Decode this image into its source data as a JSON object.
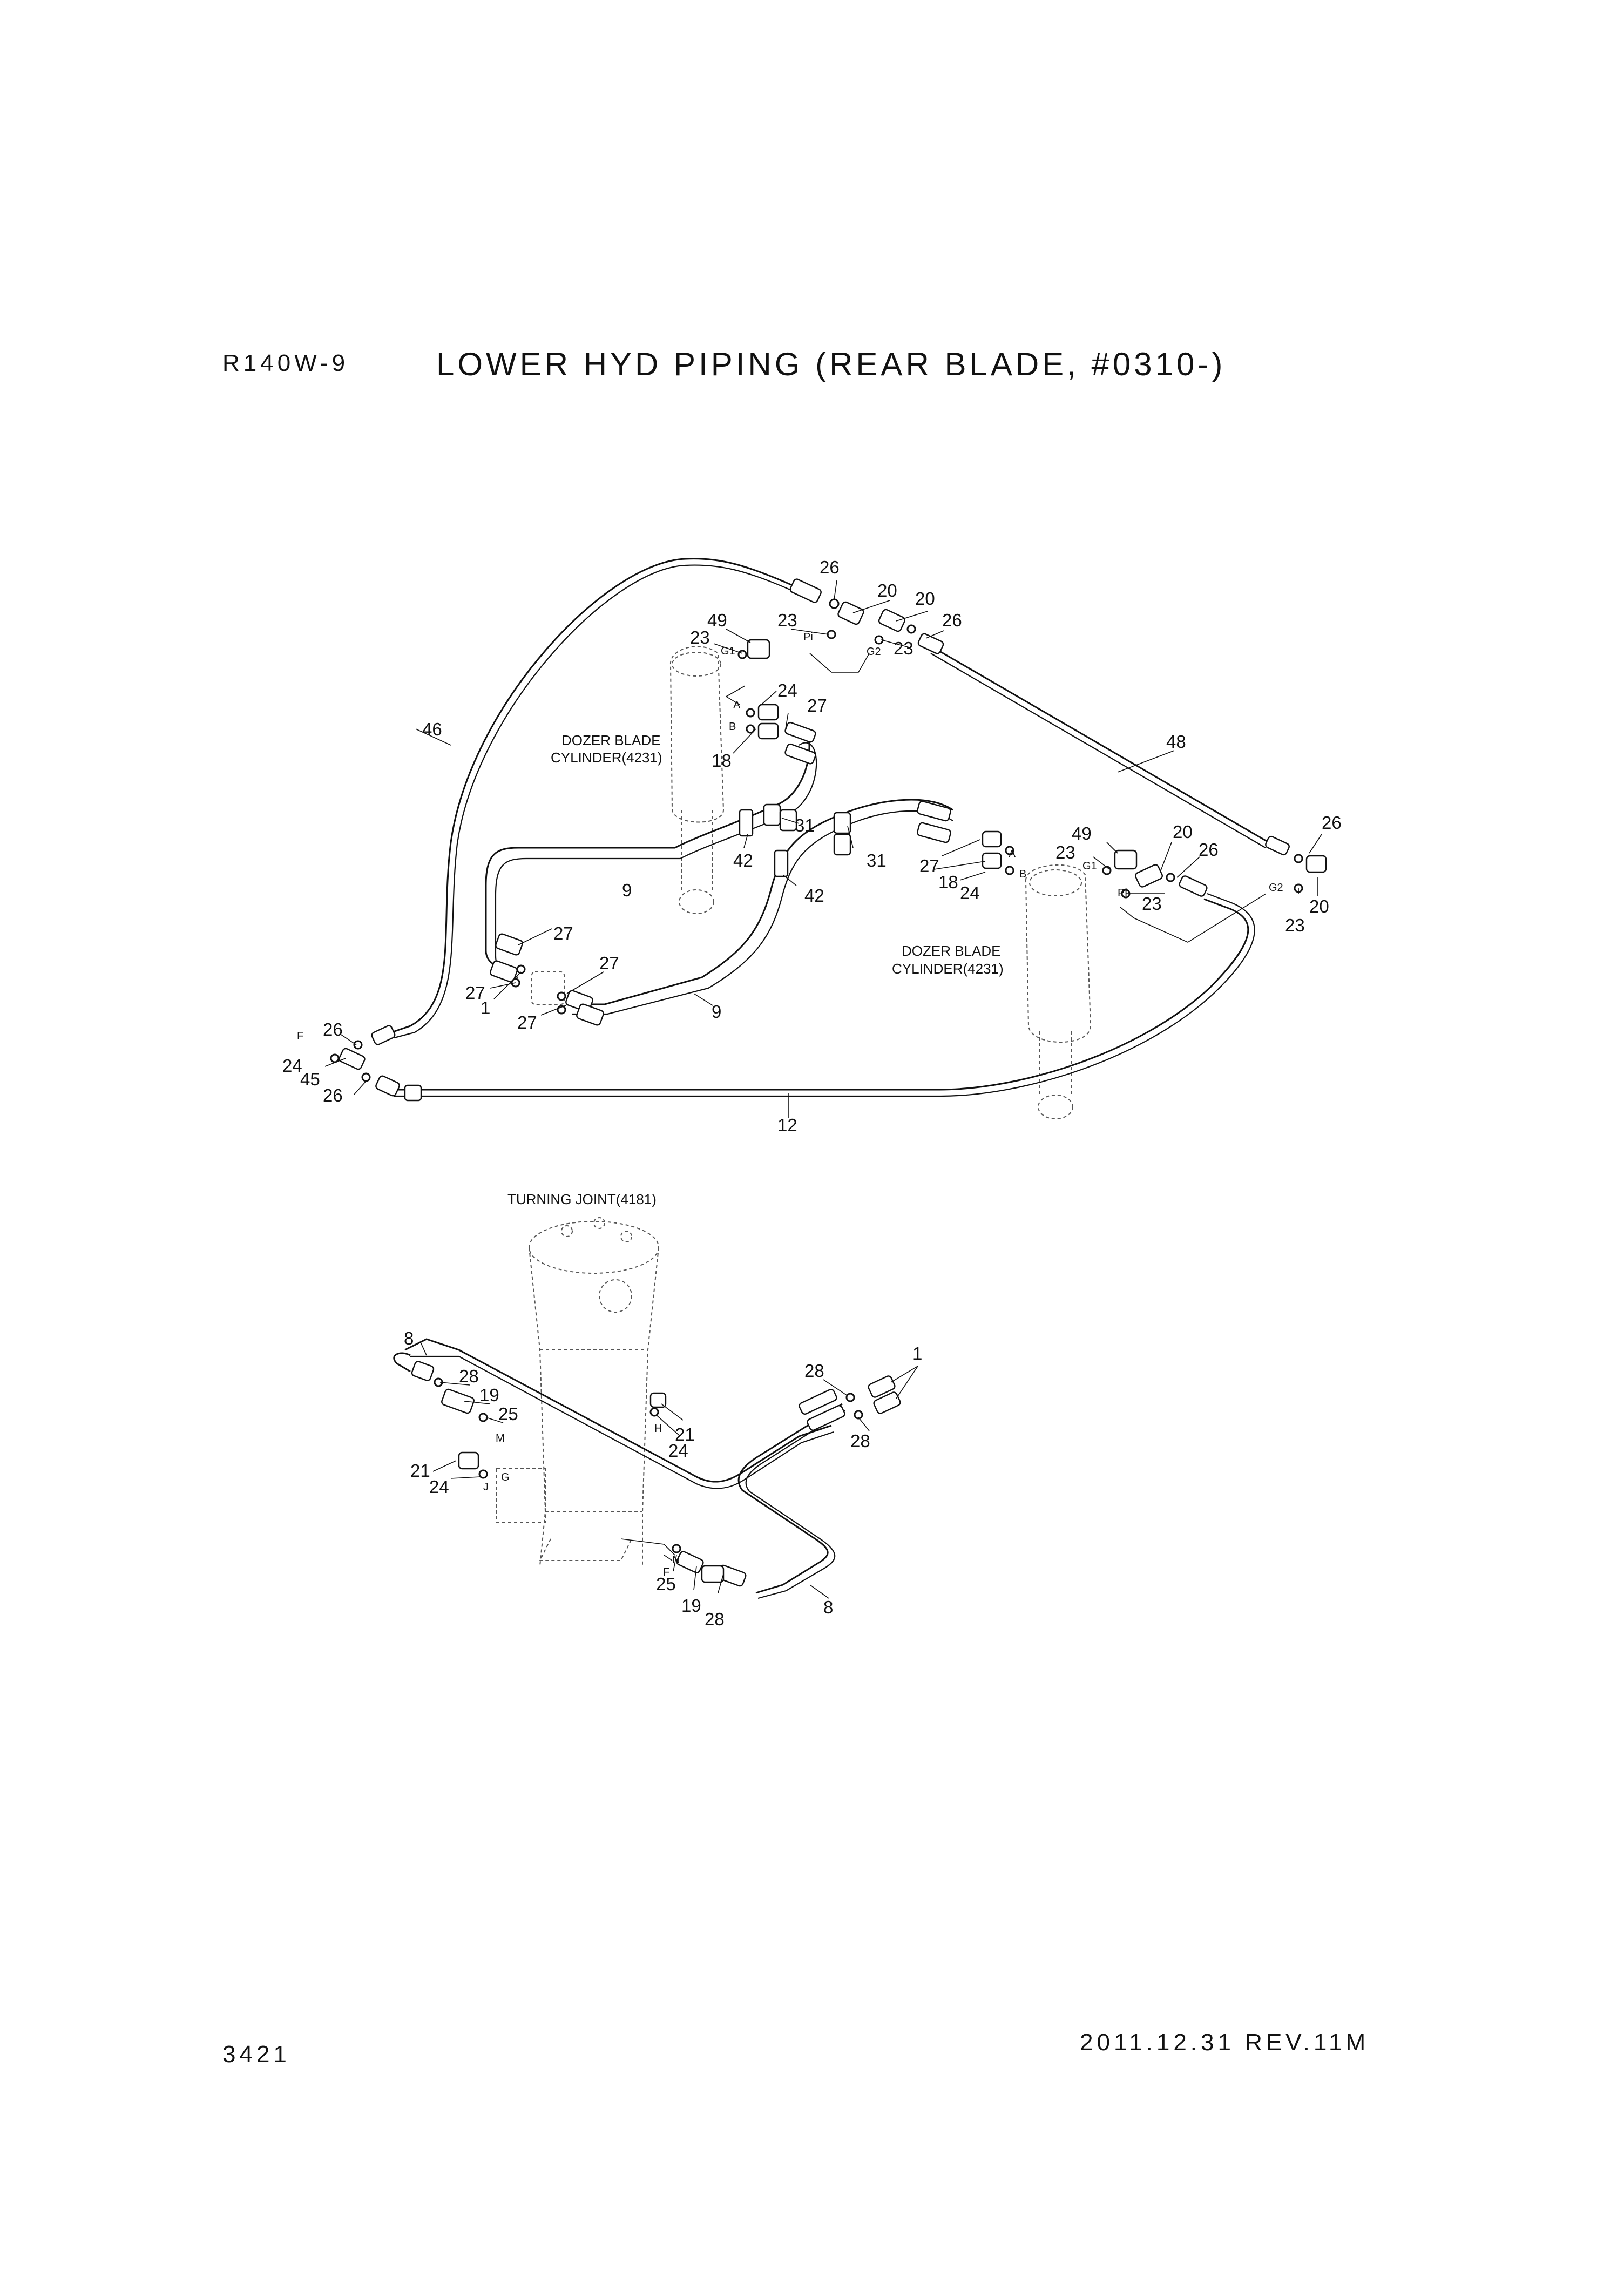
{
  "header": {
    "model": "R140W-9",
    "title": "LOWER HYD PIPING (REAR BLADE, #0310-)"
  },
  "footer": {
    "page_number": "3421",
    "revision": "2011.12.31  REV.11M"
  },
  "components": {
    "dozer_cylinder_left": [
      "DOZER BLADE",
      "CYLINDER(4231)"
    ],
    "dozer_cylinder_right": [
      "DOZER BLADE",
      "CYLINDER(4231)"
    ],
    "turning_joint": "TURNING JOINT(4181)"
  },
  "ports": [
    "G1",
    "Pi",
    "G2",
    "A",
    "B",
    "G1",
    "Pi",
    "G2",
    "A",
    "B",
    "F",
    "H",
    "M",
    "J",
    "G",
    "N",
    "F"
  ],
  "callouts": [
    "26",
    "20",
    "20",
    "26",
    "49",
    "23",
    "23",
    "23",
    "24",
    "27",
    "18",
    "46",
    "31",
    "42",
    "9",
    "31",
    "42",
    "48",
    "27",
    "18",
    "24",
    "49",
    "23",
    "20",
    "26",
    "23",
    "26",
    "20",
    "23",
    "27",
    "27",
    "27",
    "1",
    "27",
    "9",
    "26",
    "24",
    "45",
    "26",
    "12",
    "8",
    "28",
    "19",
    "25",
    "21",
    "24",
    "21",
    "24",
    "28",
    "1",
    "28",
    "25",
    "19",
    "28",
    "8"
  ]
}
